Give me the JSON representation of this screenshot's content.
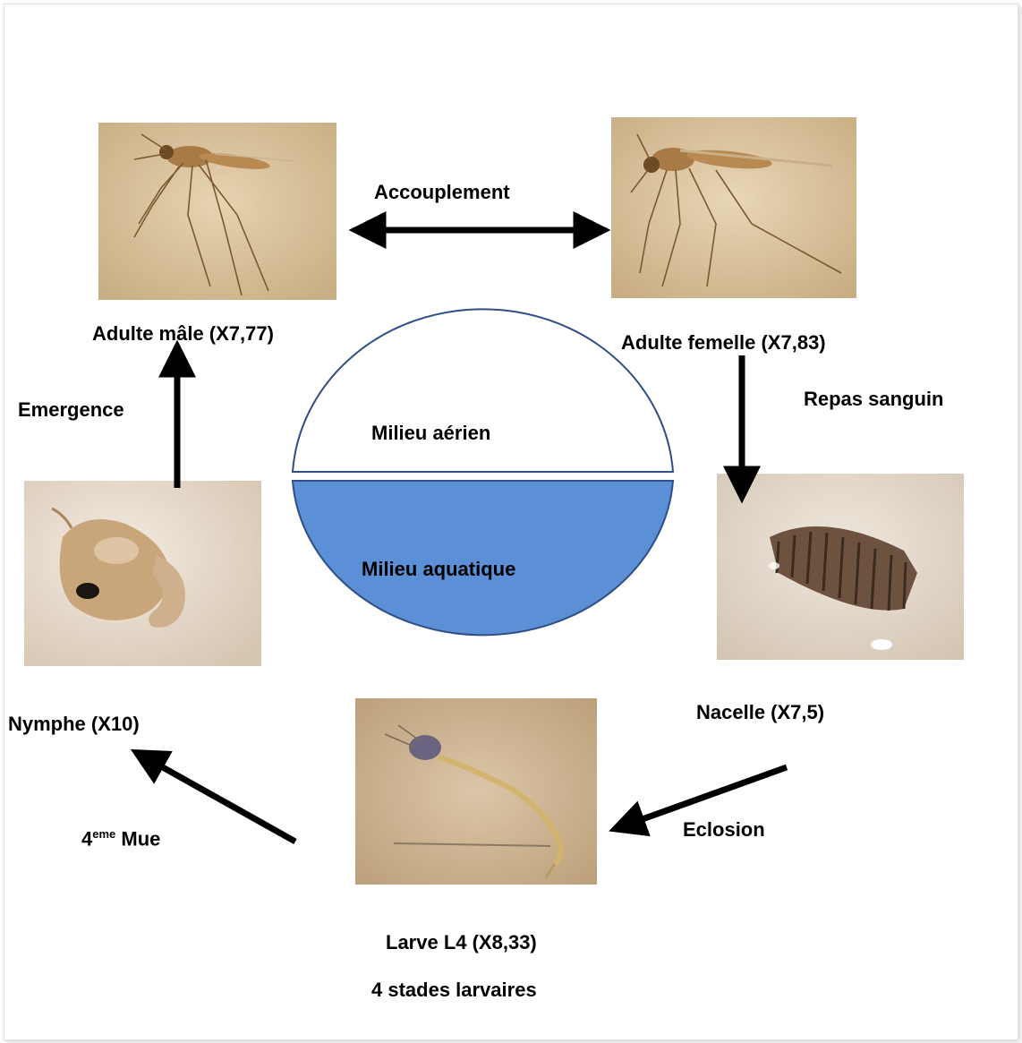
{
  "stages": {
    "male": "Adulte mâle (X7,77)",
    "female": "Adulte femelle (X7,83)",
    "egg_raft": "Nacelle (X7,5)",
    "larva": "Larve L4 (X8,33)",
    "larva_note": "4 stades larvaires",
    "pupa": "Nymphe (X10)"
  },
  "transitions": {
    "mating": "Accouplement",
    "blood_meal": "Repas sanguin",
    "hatching": "Eclosion",
    "molt_number": "4",
    "molt_sup": "eme",
    "molt_word": "Mue",
    "emergence": "Emergence"
  },
  "environment": {
    "air": "Milieu aérien",
    "water": "Milieu aquatique"
  },
  "colors": {
    "water_fill": "#5b8fd6",
    "circle_stroke": "#2f4f86",
    "arrow": "#000000",
    "photo_bg": "#d9c19a"
  }
}
